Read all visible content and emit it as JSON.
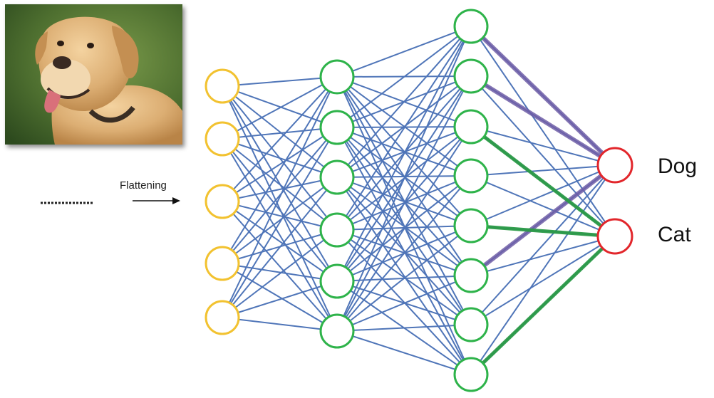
{
  "flatten_label": "Flattening",
  "outputs": [
    "Dog",
    "Cat"
  ],
  "layer_sizes": [
    5,
    6,
    8,
    2
  ],
  "colors": {
    "input": "#f2c230",
    "hidden": "#2eb34a",
    "output": "#e2262b",
    "edge": "#4f75b8",
    "dog_highlight": "#6e5da6",
    "cat_highlight": "#2a9a46"
  },
  "photo": {
    "subject": "dog-photo"
  }
}
